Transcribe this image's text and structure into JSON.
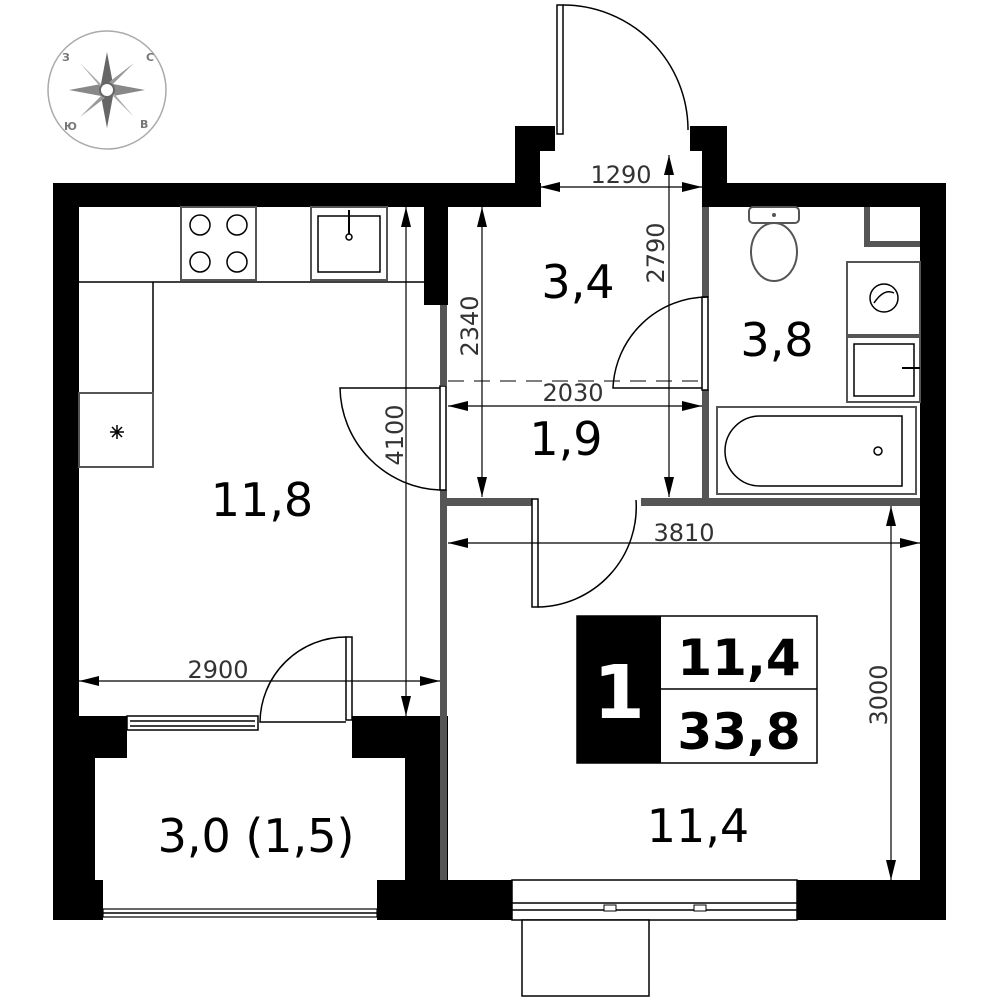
{
  "compass": {
    "letters": {
      "north": "С",
      "west": "З",
      "south": "Ю",
      "east": "В"
    },
    "icon": "compass-rose-icon"
  },
  "rooms": {
    "kitchen_area": "11,8",
    "hall_area": "3,4",
    "corridor_area": "1,9",
    "bathroom_area": "3,8",
    "living_area": "11,4",
    "balcony_area": "3,0 (1,5)"
  },
  "summary": {
    "rooms_count": "1",
    "living_area": "11,4",
    "total_area": "33,8"
  },
  "dimensions": {
    "hall_width": "1290",
    "hall_depth": "2790",
    "hall_height": "2340",
    "corridor_width": "2030",
    "kitchen_length": "4100",
    "kitchen_width": "2900",
    "living_width": "3810",
    "living_depth": "3000"
  },
  "colors": {
    "wall": "#000000",
    "partition": "#555555",
    "fixture": "#555555",
    "background": "#ffffff"
  }
}
